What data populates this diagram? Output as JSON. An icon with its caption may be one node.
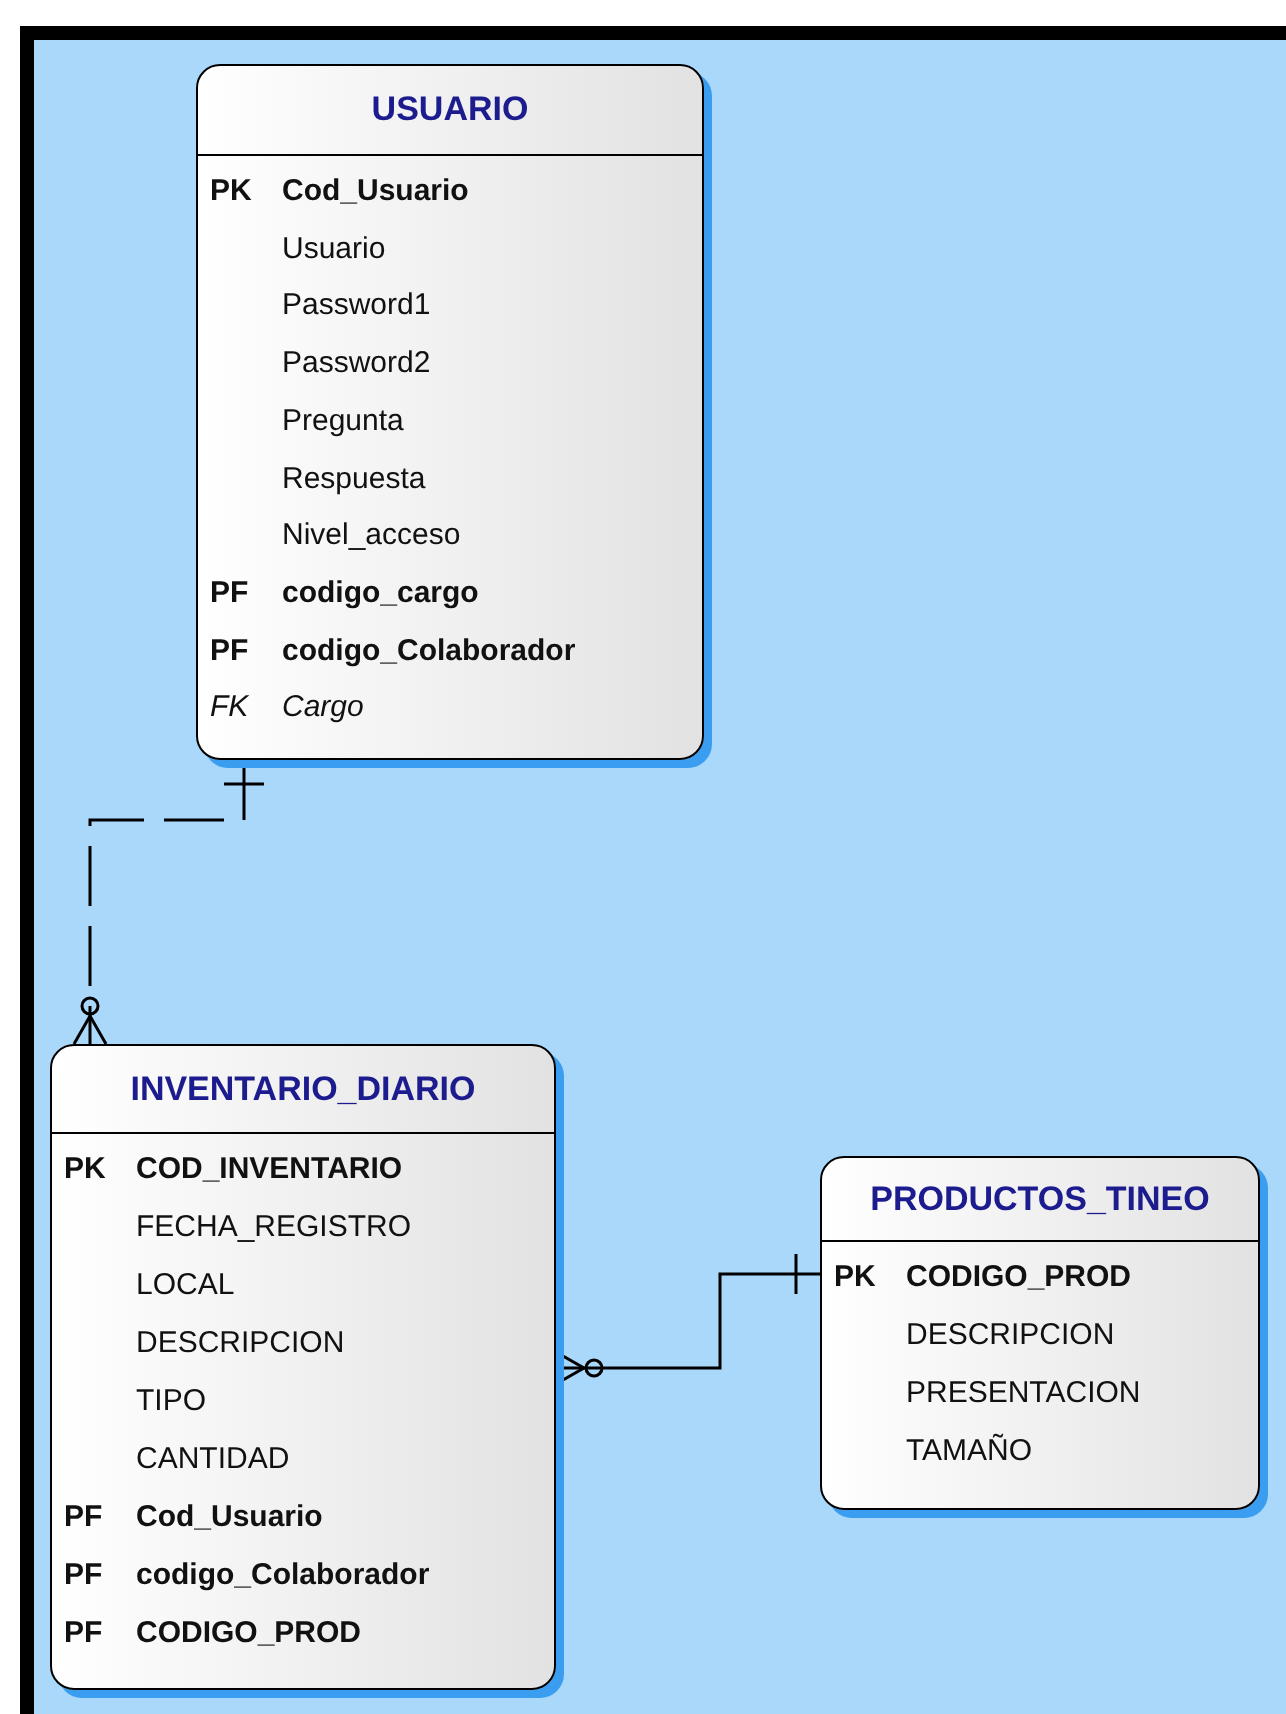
{
  "diagram": {
    "nodes": [
      {
        "text": [
          "USUARIO",
          "PK",
          "Cod_Usuario",
          "Usuario",
          "Password1",
          "Password2",
          "Pregunta",
          "Respuesta",
          "Nivel_acceso",
          "PF",
          "codigo_cargo",
          "PF",
          "codigo_Colaborador",
          "FK",
          "Cargo"
        ]
      },
      {
        "text": [
          "INVENTARIO_DIARIO",
          "PK",
          "COD_INVENTARIO",
          "FECHA_REGISTRO",
          "LOCAL",
          "DESCRIPCION",
          "TIPO",
          "CANTIDAD",
          "PF",
          "Cod_Usuario",
          "PF",
          "codigo_Colaborador",
          "PF",
          "CODIGO_PROD"
        ]
      },
      {
        "text": [
          "PRODUCTOS_TINEO",
          "PK",
          "CODIGO_PROD",
          "DESCRIPCION",
          "PRESENTACION",
          "TAMAÑO"
        ]
      }
    ],
    "edges": [
      {
        "from": 0,
        "to": 1,
        "arrow": "other",
        "style": "dashed"
      },
      {
        "from": 2,
        "to": 1,
        "arrow": "other"
      }
    ]
  }
}
